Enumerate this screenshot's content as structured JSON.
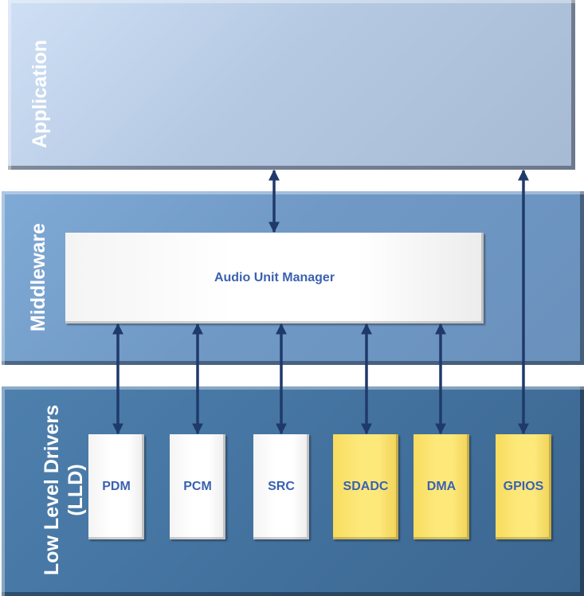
{
  "layers": {
    "application": "Application",
    "middleware": "Middleware",
    "lld_line1": "Low Level Drivers",
    "lld_line2": "(LLD)"
  },
  "middleware_block": "Audio Unit Manager",
  "drivers": [
    {
      "label": "PDM",
      "color": "#ffffff"
    },
    {
      "label": "PCM",
      "color": "#ffffff"
    },
    {
      "label": "SRC",
      "color": "#ffffff"
    },
    {
      "label": "SDADC",
      "color": "#fde87a"
    },
    {
      "label": "DMA",
      "color": "#fde87a"
    },
    {
      "label": "GPIOS",
      "color": "#fde87a"
    }
  ],
  "colors": {
    "arrow": "#1f3a6a",
    "text": "#3a62b0"
  }
}
